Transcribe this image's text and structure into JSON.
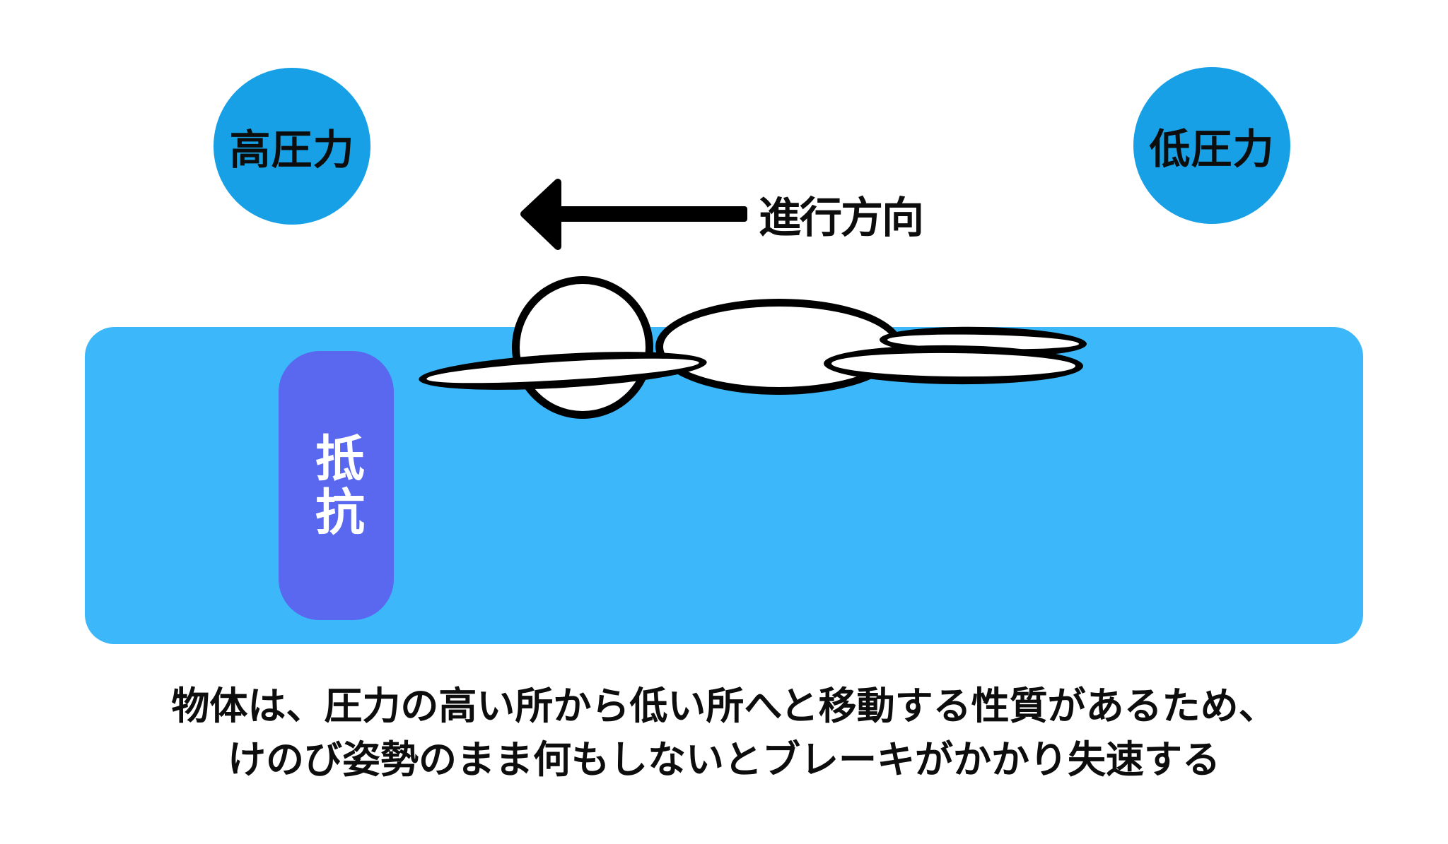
{
  "labels": {
    "high_pressure": "高圧力",
    "low_pressure": "低圧力",
    "direction": "進行方向",
    "resistance": "抵抗"
  },
  "caption": {
    "line1": "物体は、圧力の高い所から低い所へと移動する性質があるため、",
    "line2": "けのび姿勢のまま何もしないとブレーキがかかり失速する"
  },
  "colors": {
    "pressure_circle": "#17a0e5",
    "water": "#3cb8fa",
    "resistance_badge": "#5a68f0",
    "outline": "#000000",
    "text": "#0d0d0d",
    "swimmer_fill": "#ffffff"
  }
}
